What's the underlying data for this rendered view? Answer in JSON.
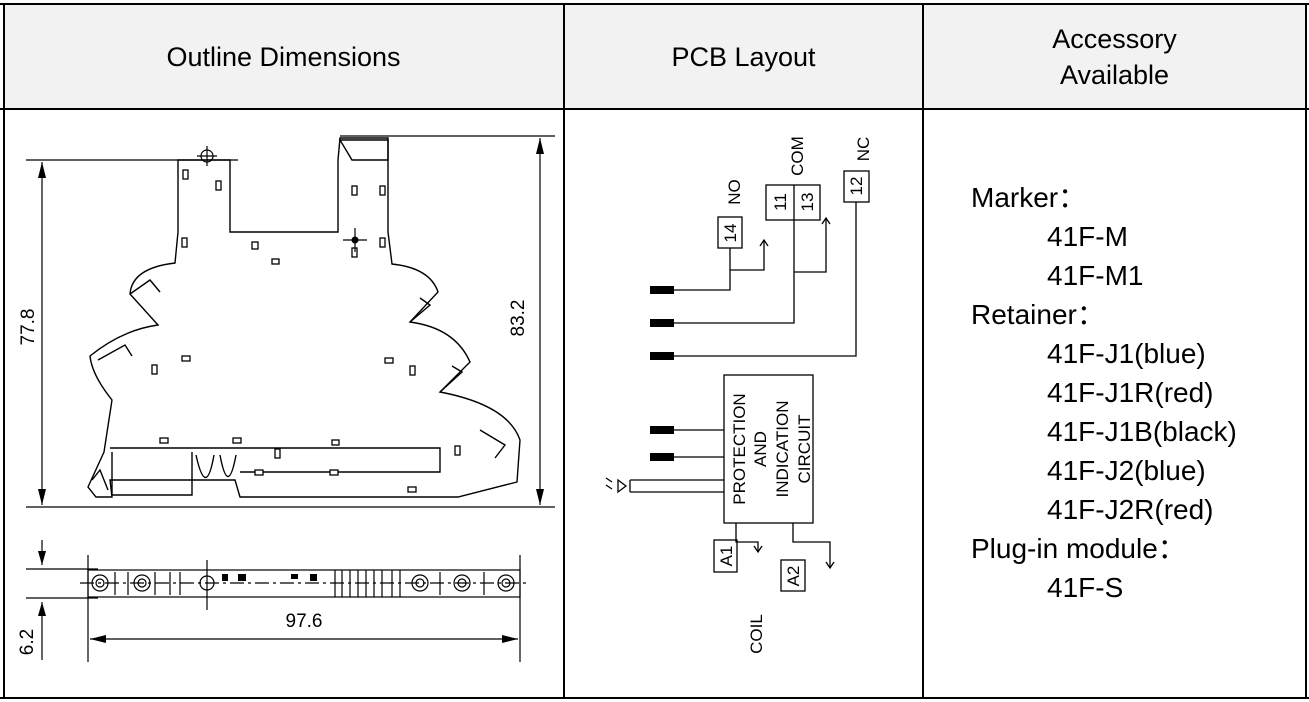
{
  "headers": {
    "outline": "Outline Dimensions",
    "pcb": "PCB Layout",
    "accessory_line1": "Accessory",
    "accessory_line2": "Available"
  },
  "outline": {
    "dim_height_left": "77.8",
    "dim_height_right": "83.2",
    "dim_width": "97.6",
    "dim_thickness": "6.2"
  },
  "pcb": {
    "terminal_14": "14",
    "label_no": "NO",
    "terminal_11": "11",
    "terminal_13": "13",
    "label_com": "COM",
    "terminal_12": "12",
    "label_nc": "NC",
    "circuit_line1": "PROTECTION",
    "circuit_line2": "AND",
    "circuit_line3": "INDICATION",
    "circuit_line4": "CIRCUIT",
    "terminal_a1": "A1",
    "terminal_a2": "A2",
    "label_coil": "COIL"
  },
  "accessories": {
    "marker_label": "Marker：",
    "marker_items": [
      "41F-M",
      "41F-M1"
    ],
    "retainer_label": "Retainer：",
    "retainer_items": [
      "41F-J1(blue)",
      "41F-J1R(red)",
      "41F-J1B(black)",
      "41F-J2(blue)",
      "41F-J2R(red)"
    ],
    "plugin_label": "Plug-in module：",
    "plugin_items": [
      "41F-S"
    ]
  }
}
